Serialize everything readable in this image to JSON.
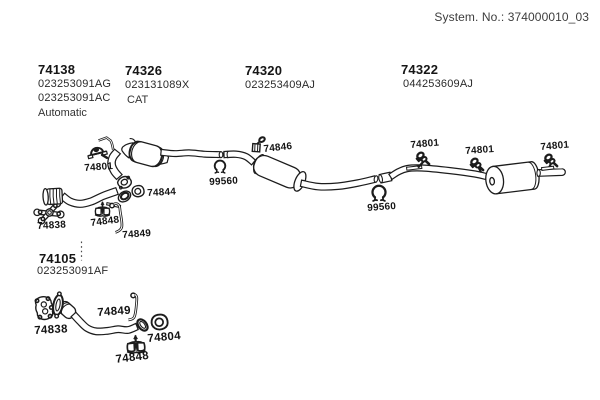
{
  "title": {
    "system_label": "System. No.: 374000010_03"
  },
  "groups": [
    {
      "part": "74138",
      "code1": "023253091AG",
      "code2": "023253091AC",
      "note": "Automatic"
    },
    {
      "part": "74326",
      "code1": "023131089X",
      "note": "CAT"
    },
    {
      "part": "74320",
      "code1": "023253409AJ"
    },
    {
      "part": "74322",
      "code1": "044253609AJ"
    },
    {
      "part": "74105",
      "code1": "023253091AF"
    }
  ],
  "part_labels": [
    {
      "text": "74801"
    },
    {
      "text": "74844"
    },
    {
      "text": "74848"
    },
    {
      "text": "74849"
    },
    {
      "text": "74838"
    },
    {
      "text": "99560"
    },
    {
      "text": "74846"
    },
    {
      "text": "99560"
    },
    {
      "text": "74801"
    },
    {
      "text": "74801"
    },
    {
      "text": "74801"
    },
    {
      "text": "74849"
    },
    {
      "text": "74838"
    },
    {
      "text": "74804"
    },
    {
      "text": "74848"
    }
  ],
  "colors": {
    "line": "#1c1c1c",
    "text": "#1b1b1b",
    "background": "#ffffff"
  }
}
